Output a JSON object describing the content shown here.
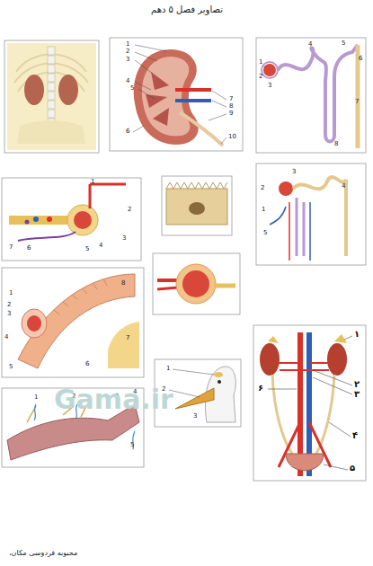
{
  "diagram": {
    "title": "تصاویر فصل ۵ دهم",
    "labels": [
      "1",
      "2",
      "3",
      "4",
      "5",
      "6",
      "7",
      "8",
      "9",
      "10",
      "1",
      "2",
      "3",
      "4",
      "5",
      "6",
      "7",
      "8",
      "1",
      "2",
      "3",
      "4",
      "5",
      "6",
      "7",
      "1",
      "2",
      "3",
      "4",
      "5",
      "1",
      "2",
      "3",
      "4",
      "5",
      "6",
      "7",
      "8",
      "1",
      "2",
      "3",
      "1",
      "2",
      "3",
      "4",
      "5",
      "۱",
      "۲",
      "۳",
      "۴",
      "۵",
      "۶",
      "Gama.ir",
      "محبوبه فردوسی مکان،"
    ]
  }
}
